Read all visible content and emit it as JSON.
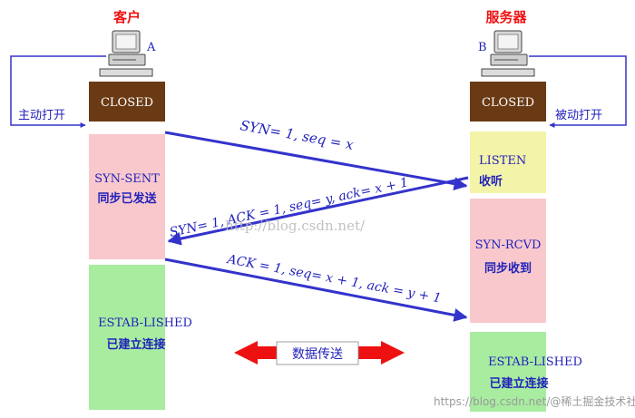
{
  "client": {
    "title": "客户",
    "letter": "A",
    "action": "主动打开"
  },
  "server": {
    "title": "服务器",
    "letter": "B",
    "action": "被动打开"
  },
  "states": {
    "client_closed": "CLOSED",
    "server_closed": "CLOSED",
    "listen_en": "LISTEN",
    "listen_cn": "收听",
    "syn_sent_en": "SYN-SENT",
    "syn_sent_cn": "同步已发送",
    "syn_rcvd_en": "SYN-RCVD",
    "syn_rcvd_cn": "同步收到",
    "client_estab_en": "ESTAB-LISHED",
    "client_estab_cn": "已建立连接",
    "server_estab_en": "ESTAB-LISHED",
    "server_estab_cn": "已建立连接"
  },
  "messages": {
    "syn": "SYN= 1, seq = x",
    "syn_ack": "SYN= 1, ACK = 1, seq= y, ack= x + 1",
    "ack": "ACK = 1, seq= x + 1, ack = y + 1"
  },
  "transfer_label": "数据传送",
  "watermarks": {
    "center": "http://blog.csdn.net/",
    "bottom": "https://blog.csdn.net/@稀土掘金技术社区"
  },
  "colors": {
    "title_red": "#ee1111",
    "blue_text": "#2222bb",
    "arrow_blue": "#3333cc",
    "closed_fill": "#6a3a14",
    "listen_fill": "#f4f4a8",
    "pink_fill": "#f8c8cc",
    "green_fill": "#a8eca0",
    "transfer_red": "#ee1111"
  }
}
